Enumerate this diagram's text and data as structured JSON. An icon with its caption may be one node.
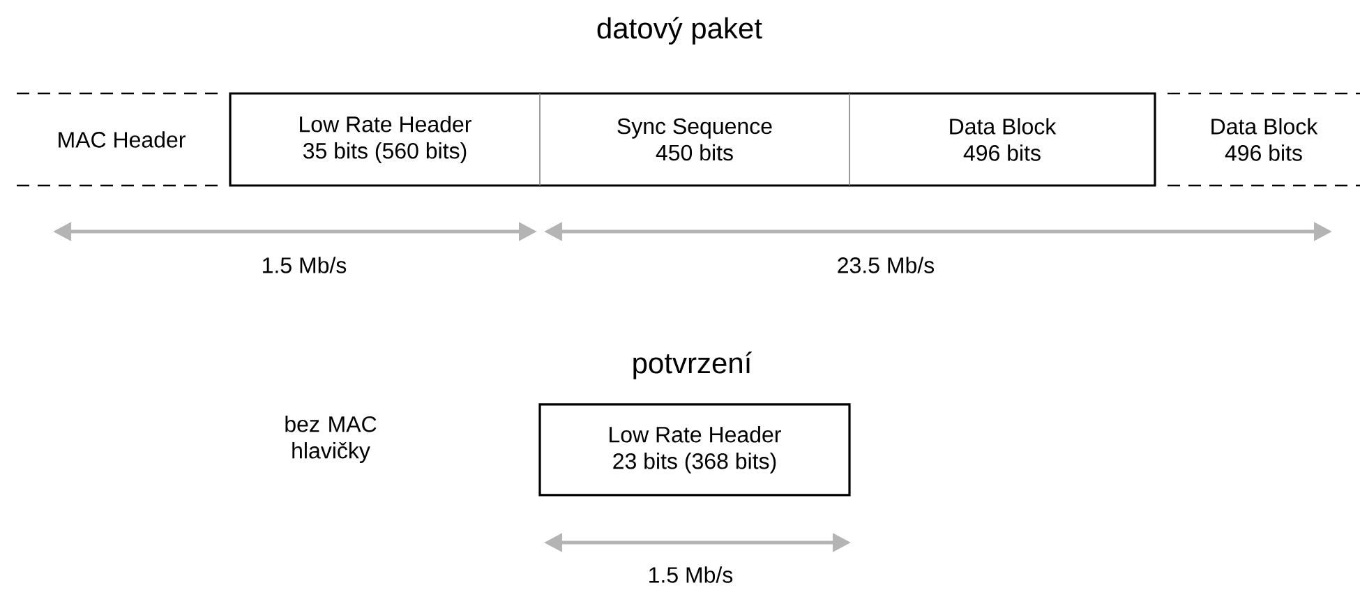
{
  "diagram": {
    "title": "datový paket",
    "nodes": [
      {
        "text": [
          "MAC Header"
        ]
      },
      {
        "text": [
          "Low Rate Header",
          "35 bits (560 bits)"
        ]
      },
      {
        "text": [
          "Sync Sequence",
          "450 bits"
        ]
      },
      {
        "text": [
          "Data Block",
          "496 bits"
        ]
      },
      {
        "text": [
          "Data Block",
          "496 bits"
        ]
      },
      {
        "text": [
          "Low Rate Header",
          "23 bits (368 bits)"
        ]
      }
    ],
    "labels": [
      "1.5 Mb/s",
      "23.5 Mb/s",
      "potvrzení",
      "bez MAC hlavičky",
      "1.5 Mb/s"
    ]
  }
}
